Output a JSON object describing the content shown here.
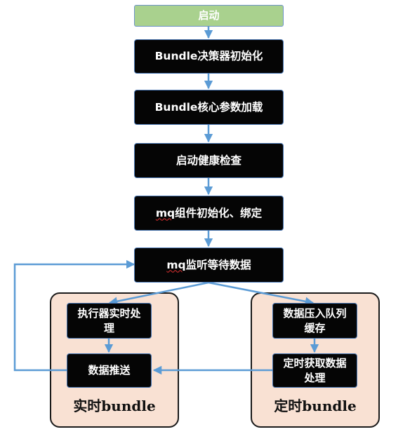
{
  "nodes": {
    "start": "启动",
    "bundle_init": "Bundle决策器初始化",
    "bundle_params": "Bundle核心参数加载",
    "health_check": "启动健康检查",
    "mq_init_prefix": "mq",
    "mq_init_rest": "组件初始化、绑定",
    "mq_listen_prefix": "mq",
    "mq_listen_rest": "监听等待数据",
    "executor_line1": "执行器实时处",
    "executor_line2": "理",
    "data_push": "数据推送",
    "queue_line1": "数据压入队列",
    "queue_line2": "缓存",
    "timer_line1": "定时获取数据",
    "timer_line2": "处理"
  },
  "groups": {
    "realtime": "实时bundle",
    "scheduled": "定时bundle"
  },
  "colors": {
    "node_fill": "#050505",
    "start_fill": "#a9d18e",
    "group_fill": "#f9e1d3",
    "arrow": "#5b9bd5"
  }
}
